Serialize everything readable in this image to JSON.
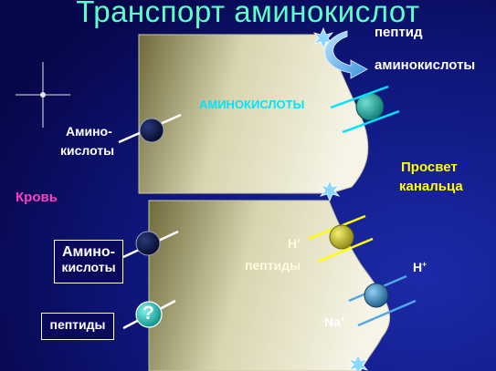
{
  "title": "Транспорт аминокислот",
  "labels": {
    "peptide": "пептид",
    "amino_acids_top": "аминокислоты",
    "amino_acids_cyan": "АМИНОКИСЛОТЫ",
    "amino_line1_top": "Амино-",
    "amino_line2_top": "кислоты",
    "lumen_line1": "Просвет",
    "lumen_line2": "канальца",
    "blood": "Кровь",
    "amino_box_line1": "Амино-",
    "amino_box_line2": "кислоты",
    "peptides_box": "пептиды",
    "h_plus_inner": "H",
    "peptides_inner": "пептиды",
    "h_plus_right": "H",
    "na_plus": "Na",
    "plus": "+",
    "question": "?"
  },
  "colors": {
    "background": "#0a0a5c",
    "title": "#5cffc8",
    "cyan_text": "#00e5ff",
    "lumen_text": "#ffff00",
    "blood_text": "#ff3fbf",
    "cell_fill": "#f1efdc",
    "transporter_cyan": "#19c3b5",
    "transporter_yellow": "#c9c414",
    "transporter_blue": "#3d8fc4",
    "transporter_dark": "#0b1545"
  }
}
